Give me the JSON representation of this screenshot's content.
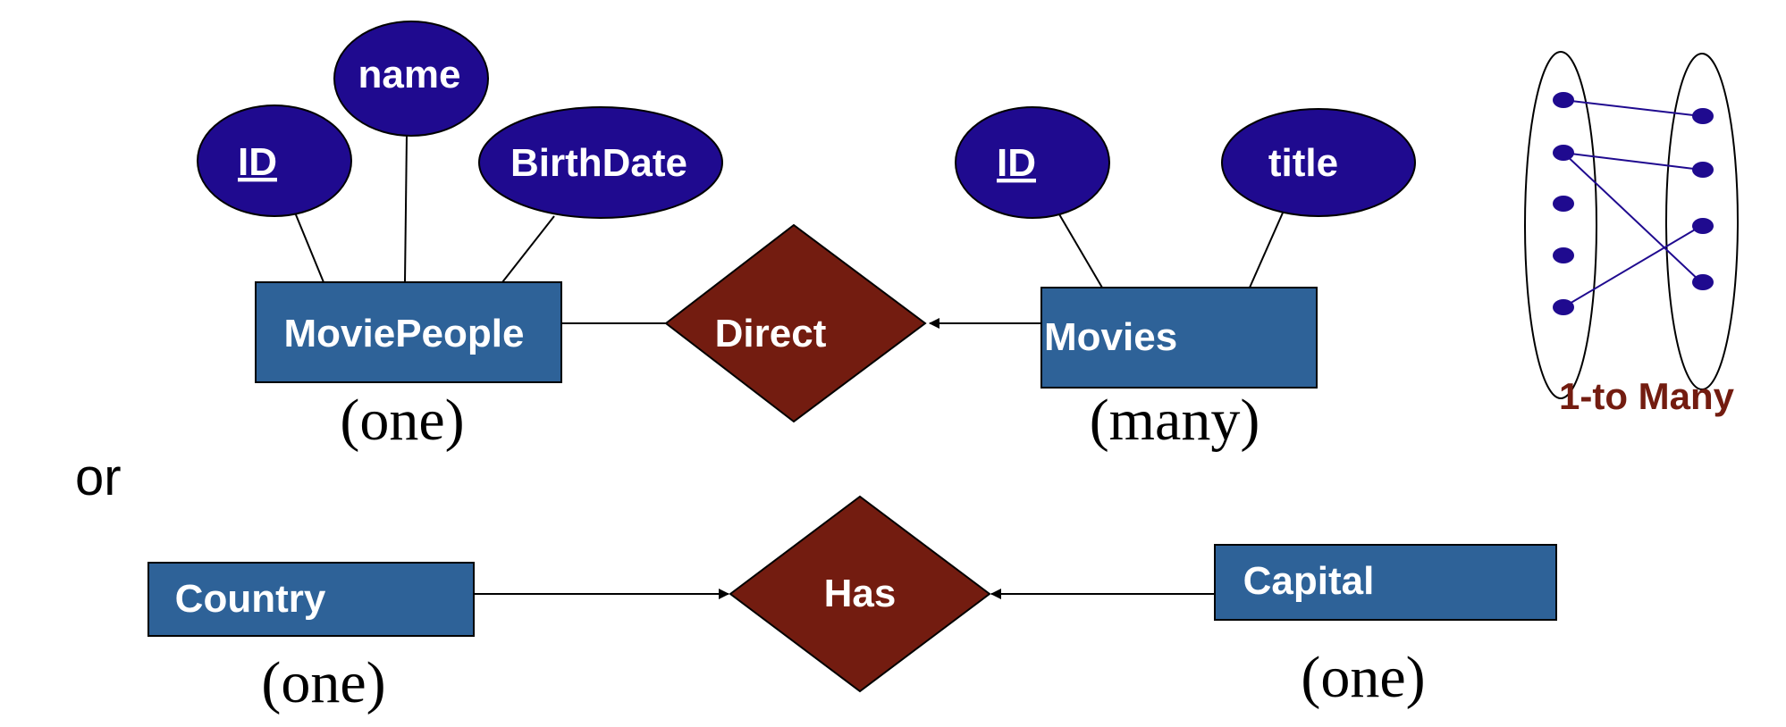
{
  "colors": {
    "entity_fill": "#2e6298",
    "attribute_fill": "#1f0a8f",
    "relationship_fill": "#731c10",
    "mapping_color": "#1f0a8f",
    "caption_color": "#731c10"
  },
  "top_diagram": {
    "entity_left": "MoviePeople",
    "entity_right": "Movies",
    "relationship": "Direct",
    "left_attributes": [
      "ID",
      "name",
      "BirthDate"
    ],
    "right_attributes": [
      "ID",
      "title"
    ],
    "left_cardinality": "(one)",
    "right_cardinality": "(many)"
  },
  "separator": "or",
  "bottom_diagram": {
    "entity_left": "Country",
    "entity_right": "Capital",
    "relationship": "Has",
    "left_cardinality": "(one)",
    "right_cardinality": "(one)"
  },
  "mapping": {
    "caption": "1-to Many"
  }
}
